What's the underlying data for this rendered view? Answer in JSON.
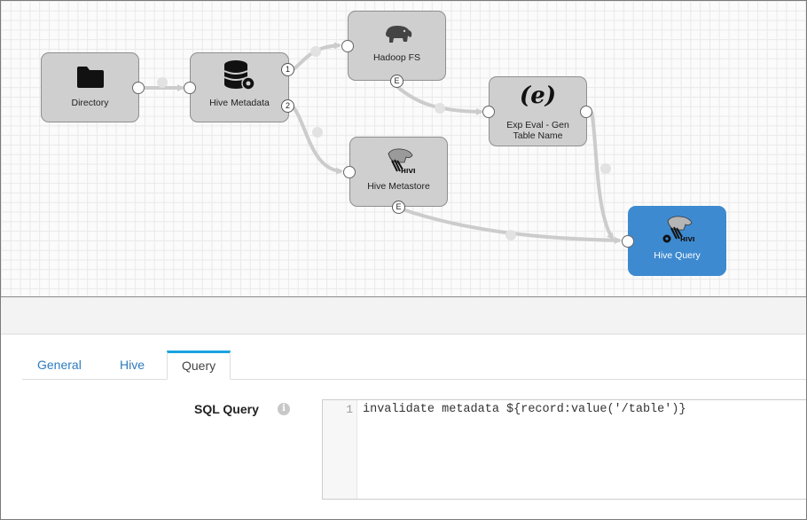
{
  "pipeline": {
    "nodes": [
      {
        "id": "directory",
        "label": "Directory",
        "icon": "folder-icon"
      },
      {
        "id": "hive-metadata",
        "label": "Hive Metadata",
        "icon": "database-gear-icon",
        "output_ports": [
          "1",
          "2"
        ]
      },
      {
        "id": "hadoop-fs",
        "label": "Hadoop FS",
        "icon": "elephant-icon",
        "event_port": "E"
      },
      {
        "id": "exp-eval",
        "label_line1": "Exp Eval - Gen",
        "label_line2": "Table Name",
        "icon": "expression-icon",
        "icon_text": "(e)"
      },
      {
        "id": "hive-metastore",
        "label": "Hive Metastore",
        "icon": "hive-bee-icon",
        "event_port": "E"
      },
      {
        "id": "hive-query",
        "label": "Hive Query",
        "icon": "hive-bee-gear-icon",
        "selected": true
      }
    ],
    "colors": {
      "selected_node": "#3e8ad0",
      "node": "#cfcfcf",
      "edge": "#cccccc",
      "tab_accent": "#1aa3e0",
      "tab_link": "#2e7bbf"
    }
  },
  "config": {
    "tabs": [
      {
        "label": "General",
        "active": false
      },
      {
        "label": "Hive",
        "active": false
      },
      {
        "label": "Query",
        "active": true
      }
    ],
    "sql_query": {
      "label": "SQL Query",
      "info_icon": "i",
      "line_number": "1",
      "value": "invalidate metadata ${record:value('/table')}"
    }
  }
}
